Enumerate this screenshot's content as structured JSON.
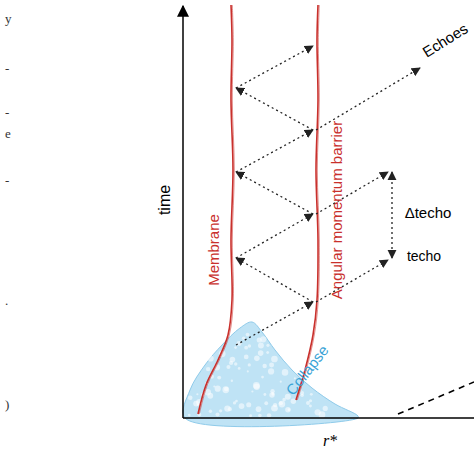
{
  "diagram": {
    "labels": [
      "y",
      "-",
      "-",
      "e",
      "-",
      ".",
      ")",
      "time",
      "r*",
      "Membrane",
      "Angular momentum barrier",
      "Collapse",
      "Echoes",
      "Δtecho",
      "techo"
    ]
  }
}
